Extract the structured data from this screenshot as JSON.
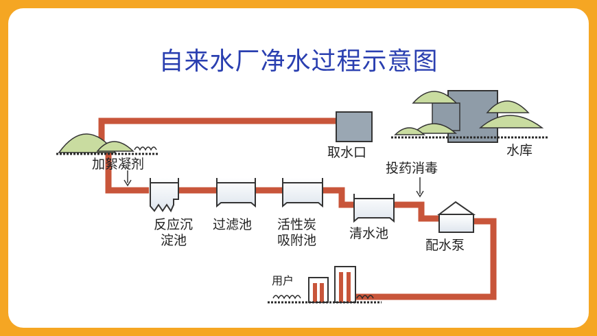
{
  "title": "自来水厂净水过程示意图",
  "labels": {
    "intake": "取水口",
    "reservoir": "水库",
    "coagulant": "加絮凝剂",
    "disinfect": "投药消毒",
    "sediment_1": "反应沉",
    "sediment_2": "淀池",
    "filter": "过滤池",
    "carbon_1": "活性炭",
    "carbon_2": "吸附池",
    "clear": "清水池",
    "pump": "配水泵",
    "user": "用户"
  },
  "colors": {
    "background": "#f5a623",
    "title": "#2a3fb0",
    "pipe": "#c8553a",
    "tank": "#9aa7b3",
    "tree": "#c9dca0"
  }
}
